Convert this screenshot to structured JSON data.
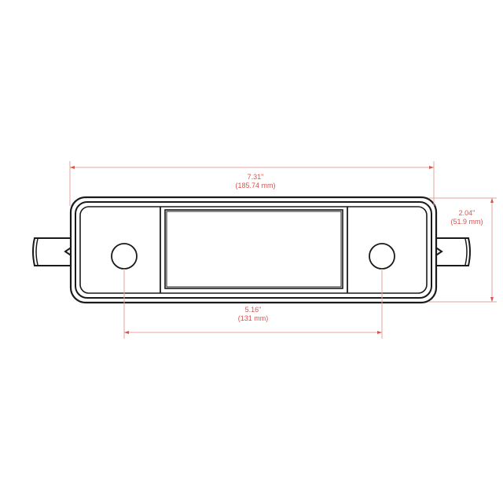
{
  "drawing": {
    "title": "Enclosure dimension drawing",
    "line_color": "#1a1a1a",
    "dimension_color": "#e0837d",
    "dimension_text_color": "#d9534f",
    "background": "#ffffff"
  },
  "dimensions": {
    "overall_width": {
      "imperial": "7.31\"",
      "metric": "(185.74 mm)"
    },
    "overall_height": {
      "imperial": "2.04\"",
      "metric": "(51.9 mm)"
    },
    "hole_spacing": {
      "imperial": "5.16\"",
      "metric": "(131 mm)"
    }
  }
}
